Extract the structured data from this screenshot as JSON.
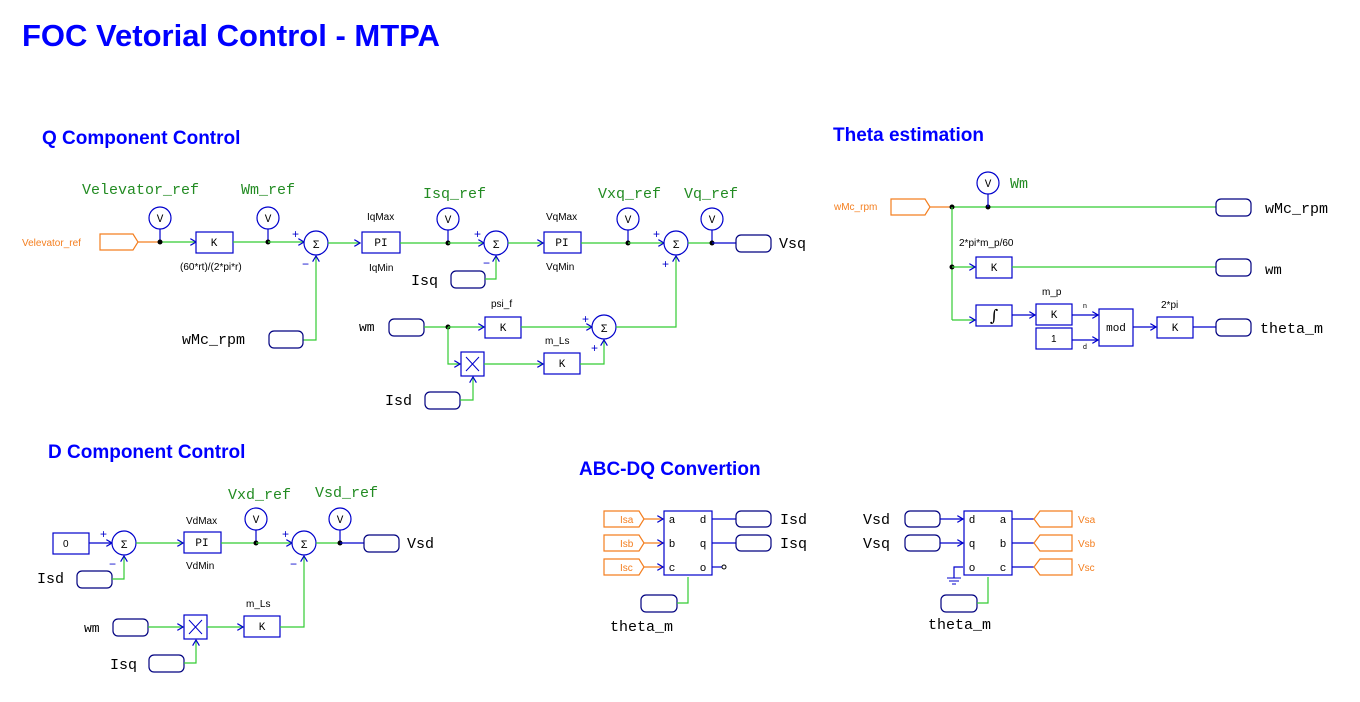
{
  "page_title": "FOC Vetorial Control - MTPA",
  "sections": {
    "q": "Q Component Control",
    "d": "D Component Control",
    "theta": "Theta estimation",
    "abcdq": "ABC-DQ Convertion"
  },
  "q_control": {
    "input_label": "Velevator_ref",
    "probes": [
      "Velevator_ref",
      "Wm_ref",
      "Isq_ref",
      "Vxq_ref",
      "Vq_ref"
    ],
    "gain1_param": "(60*rt)/(2*pi*r)",
    "pi1_max": "IqMax",
    "pi1_min": "IqMin",
    "pi2_max": "VqMax",
    "pi2_min": "VqMin",
    "psi_param": "psi_f",
    "mls_param": "m_Ls",
    "ports": {
      "wmc": "wMc_rpm",
      "isq": "Isq",
      "wm": "wm",
      "isd": "Isd",
      "vsq": "Vsq"
    }
  },
  "d_control": {
    "const": "0",
    "probes": [
      "Vxd_ref",
      "Vsd_ref"
    ],
    "pi_max": "VdMax",
    "pi_min": "VdMin",
    "mls_param": "m_Ls",
    "ports": {
      "isd": "Isd",
      "wm": "wm",
      "isq": "Isq",
      "vsd": "Vsd"
    }
  },
  "theta": {
    "input_label": "wMc_rpm",
    "probe": "Wm",
    "gain1_param": "2*pi*m_p/60",
    "gain2_param": "m_p",
    "gain3_param": "2*pi",
    "const": "1",
    "mod": "mod",
    "mod_n": "n",
    "mod_d": "d",
    "ports": {
      "wmc": "wMc_rpm",
      "wm": "wm",
      "theta": "theta_m"
    }
  },
  "abcdq": {
    "left_inputs": [
      "Isa",
      "Isb",
      "Isc"
    ],
    "left_pins_in": [
      "a",
      "b",
      "c"
    ],
    "left_pins_out": [
      "d",
      "q",
      "o"
    ],
    "left_outputs": [
      "Isd",
      "Isq"
    ],
    "right_inputs": [
      "Vsd",
      "Vsq"
    ],
    "right_pins_in": [
      "d",
      "q",
      "o"
    ],
    "right_pins_out": [
      "a",
      "b",
      "c"
    ],
    "right_outputs": [
      "Vsa",
      "Vsb",
      "Vsc"
    ],
    "theta": "theta_m"
  },
  "symbols": {
    "K": "K",
    "PI": "PI",
    "V": "V",
    "sigma": "Σ",
    "plus": "+",
    "minus": "−"
  }
}
